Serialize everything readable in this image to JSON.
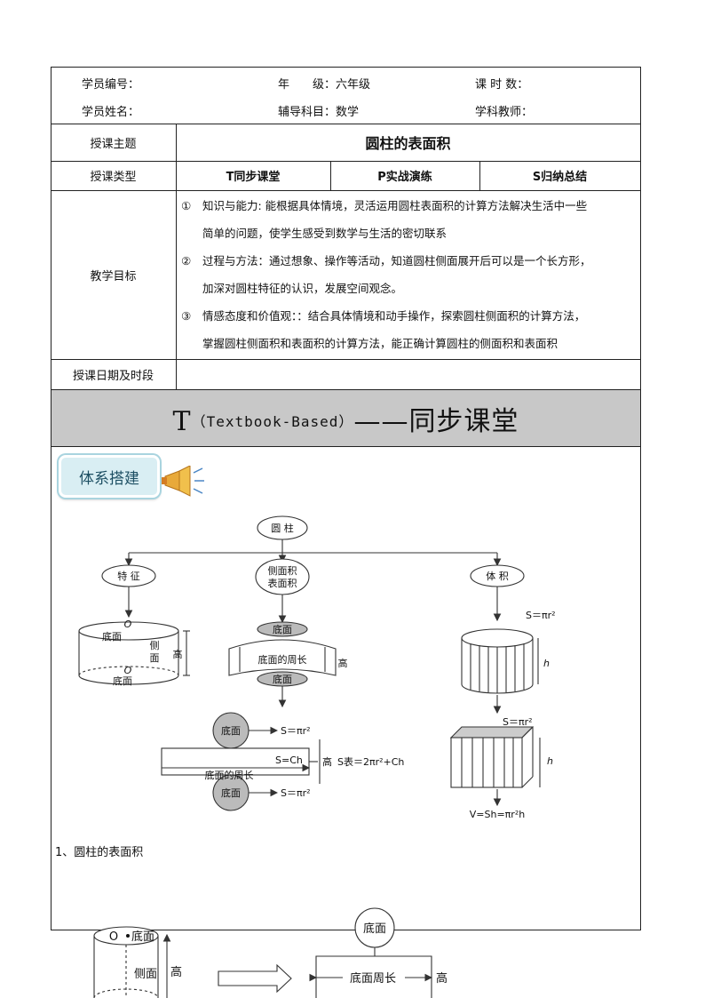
{
  "header": {
    "student_no_label": "学员编号：",
    "grade_label": "年　　级：",
    "grade_value": "六年级",
    "class_hours_label": "课 时 数：",
    "student_name_label": "学员姓名：",
    "subject_label": "辅导科目：",
    "subject_value": "数学",
    "teacher_label": "学科教师："
  },
  "rows": {
    "topic_label": "授课主题",
    "topic_value": "圆柱的表面积",
    "type_label": "授课类型",
    "type_t": "T同步课堂",
    "type_p": "P实战演练",
    "type_s": "S归纳总结",
    "goals_label": "教学目标",
    "goals": [
      {
        "num": "①",
        "line1": "知识与能力: 能根据具体情境，灵活运用圆柱表面积的计算方法解决生活中一些",
        "line2": "简单的问题，使学生感受到数学与生活的密切联系"
      },
      {
        "num": "②",
        "line1": "过程与方法：通过想象、操作等活动，知道圆柱侧面展开后可以是一个长方形，",
        "line2": "加深对圆柱特征的认识，发展空间观念。"
      },
      {
        "num": "③",
        "line1": "情感态度和价值观：：结合具体情境和动手操作，探索圆柱侧面积的计算方法，",
        "line2": "掌握圆柱侧面积和表面积的计算方法，能正确计算圆柱的侧面积和表面积"
      }
    ],
    "date_label": "授课日期及时段"
  },
  "banner": {
    "prefix": "T",
    "paren": "（Textbook-Based）",
    "suffix": "——同步课堂"
  },
  "section_tag": "体系搭建",
  "diagram": {
    "cylinder": "圆 柱",
    "feature": "特 征",
    "lateral_surface": "侧面积",
    "surface_area": "表面积",
    "volume": "体 积",
    "base": "底面",
    "side": "侧",
    "side2": "面",
    "height": "高",
    "base_perimeter": "底面的周长",
    "o_top": "O",
    "o_bottom": "O",
    "s_pir2": "S＝πr²",
    "s_ch": "S=Ch",
    "s_total": "S表＝2πr²+Ch",
    "v_formula": "V=Sh=πr²h",
    "h": "h"
  },
  "item1_title": "1、圆柱的表面积",
  "bottom": {
    "o_base": "O",
    "base": "底面",
    "side": "侧面",
    "height": "高",
    "base_circle": "底面",
    "base_perimeter": "底面周长",
    "height2": "高"
  }
}
